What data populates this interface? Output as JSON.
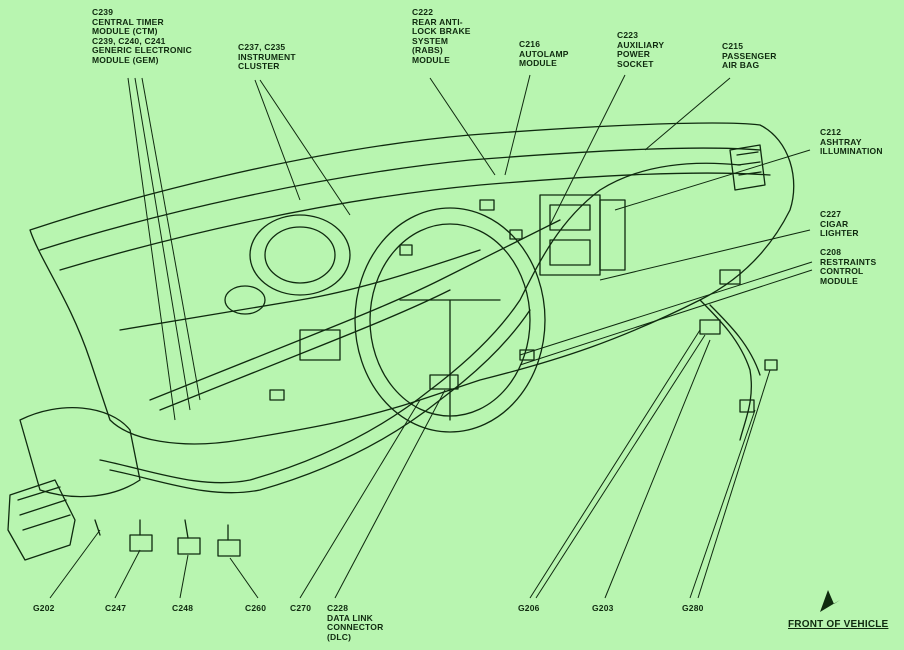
{
  "colors": {
    "background": "#b8f5b0",
    "ink": "#0f2a0f"
  },
  "labels": {
    "c239": "C239\nCENTRAL TIMER\nMODULE (CTM)\nC239, C240, C241\nGENERIC ELECTRONIC\nMODULE (GEM)",
    "c222": "C222\nREAR ANTI-\nLOCK BRAKE\nSYSTEM\n(RABS)\nMODULE",
    "c237": "C237, C235\nINSTRUMENT\nCLUSTER",
    "c216": "C216\nAUTOLAMP\nMODULE",
    "c223": "C223\nAUXILIARY\nPOWER\nSOCKET",
    "c215": "C215\nPASSENGER\nAIR BAG",
    "c212": "C212\nASHTRAY\nILLUMINATION",
    "c227": "C227\nCIGAR\nLIGHTER",
    "c208": "C208\nRESTRAINTS\nCONTROL\nMODULE",
    "g202": "G202",
    "c247": "C247",
    "c248": "C248",
    "c260": "C260",
    "c270": "C270",
    "c228": "C228\nDATA LINK\nCONNECTOR\n(DLC)",
    "g206": "G206",
    "g203": "G203",
    "g280": "G280",
    "front": "FRONT OF VEHICLE"
  },
  "icons": {
    "front_arrow": "front-of-vehicle-arrow-icon"
  }
}
